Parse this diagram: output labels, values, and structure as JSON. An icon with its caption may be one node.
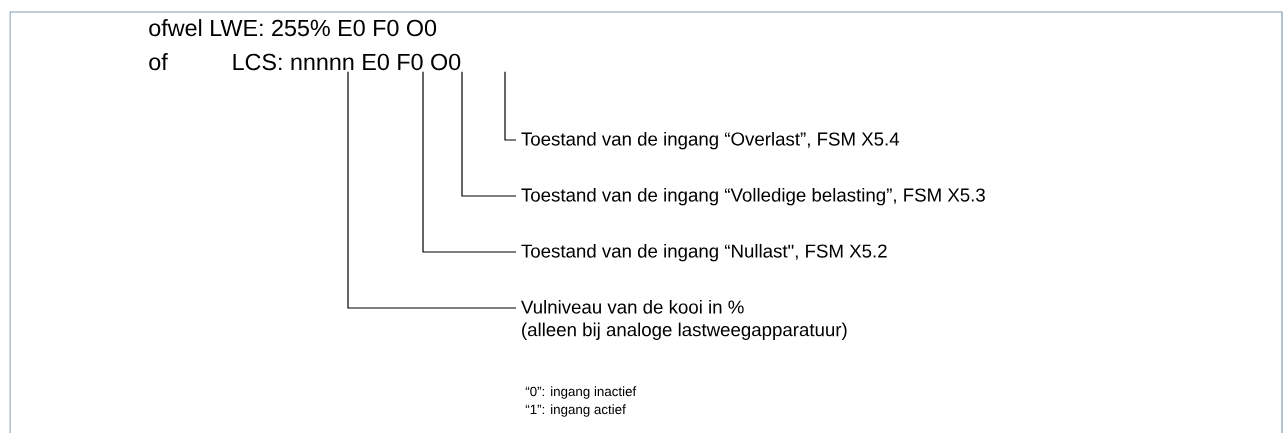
{
  "diagram": {
    "nodes": [
      {
        "text": [
          "LCS: nnnnn E0 F0 O0"
        ]
      },
      {
        "text": [
          "Toestand van de ingang “Overlast”, FSM X5.4"
        ]
      },
      {
        "text": [
          "Toestand van de ingang “Volledige belasting”, FSM X5.3"
        ]
      },
      {
        "text": [
          "Toestand van de ingang “Nullast\", FSM X5.2"
        ]
      },
      {
        "text": [
          "Vulniveau van de kooi in %",
          "(alleen bij analoge lastweegapparatuur)"
        ]
      }
    ],
    "edges": [
      {
        "from": 1,
        "to": 0,
        "arrow": "none"
      },
      {
        "from": 2,
        "to": 0,
        "arrow": "none"
      },
      {
        "from": 3,
        "to": 0,
        "arrow": "none"
      },
      {
        "from": 4,
        "to": 0,
        "arrow": "none"
      }
    ],
    "labels": [
      "ofwel LWE: 255% E0 F0 O0",
      "of",
      "“0”: ingang inactief",
      "“1”: ingang actief"
    ]
  }
}
